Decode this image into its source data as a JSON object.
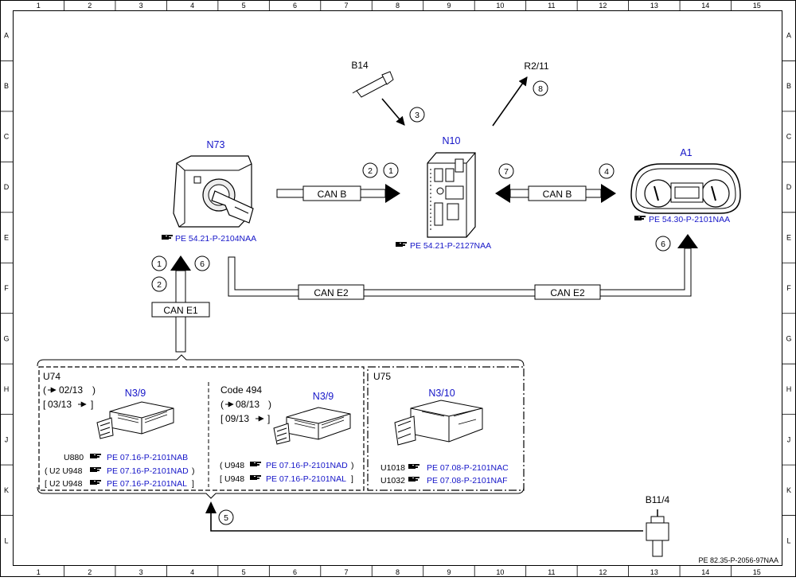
{
  "frame": {
    "columns": [
      "1",
      "2",
      "3",
      "4",
      "5",
      "6",
      "7",
      "8",
      "9",
      "10",
      "11",
      "12",
      "13",
      "14",
      "15"
    ],
    "rows": [
      "A",
      "B",
      "C",
      "D",
      "E",
      "F",
      "G",
      "H",
      "J",
      "K",
      "L"
    ],
    "doc_ref": "PE 82.35-P-2056-97NAA"
  },
  "components": {
    "n73": {
      "id": "N73",
      "ref": "PE 54.21-P-2104NAA"
    },
    "n10": {
      "id": "N10",
      "ref": "PE 54.21-P-2127NAA"
    },
    "a1": {
      "id": "A1",
      "ref": "PE 54.30-P-2101NAA"
    },
    "b14": {
      "id": "B14"
    },
    "r2_11": {
      "id": "R2/11"
    },
    "b11_4": {
      "id": "B11/4"
    }
  },
  "buses": {
    "can_b_left": "CAN B",
    "can_b_right": "CAN B",
    "can_e2_left": "CAN E2",
    "can_e2_right": "CAN E2",
    "can_e1": "CAN E1"
  },
  "steps": {
    "n73_up_1": "1",
    "n73_up_6": "6",
    "n73_up_2": "2",
    "canb_2": "2",
    "canb_1": "1",
    "b14_3": "3",
    "r211_8": "8",
    "canb_7": "7",
    "canb_4": "4",
    "a1_6": "6",
    "b114_5": "5"
  },
  "u74": {
    "title": "U74",
    "date_from": "02/13",
    "date_to": "03/13",
    "ecu": "N3/9",
    "refs": [
      {
        "code": "U880",
        "ref": "PE 07.16-P-2101NAB",
        "pre": "",
        "post": ""
      },
      {
        "code": "U2  U948",
        "ref": "PE 07.16-P-2101NAD",
        "pre": "(",
        "post": ")"
      },
      {
        "code": "U2  U948",
        "ref": "PE 07.16-P-2101NAL",
        "pre": "[",
        "post": "]"
      }
    ]
  },
  "code494": {
    "title": "Code 494",
    "date_from": "08/13",
    "date_to": "09/13",
    "ecu": "N3/9",
    "refs": [
      {
        "code": "U948",
        "ref": "PE 07.16-P-2101NAD",
        "pre": "(",
        "post": ")"
      },
      {
        "code": "U948",
        "ref": "PE 07.16-P-2101NAL",
        "pre": "[",
        "post": "]"
      }
    ]
  },
  "u75": {
    "title": "U75",
    "ecu": "N3/10",
    "refs": [
      {
        "code": "U1018",
        "ref": "PE 07.08-P-2101NAC"
      },
      {
        "code": "U1032",
        "ref": "PE 07.08-P-2101NAF"
      }
    ]
  },
  "colors": {
    "link": "#1515c8",
    "line": "#000000"
  },
  "icons": {
    "ref_hand": "pointing-hand-icon"
  }
}
